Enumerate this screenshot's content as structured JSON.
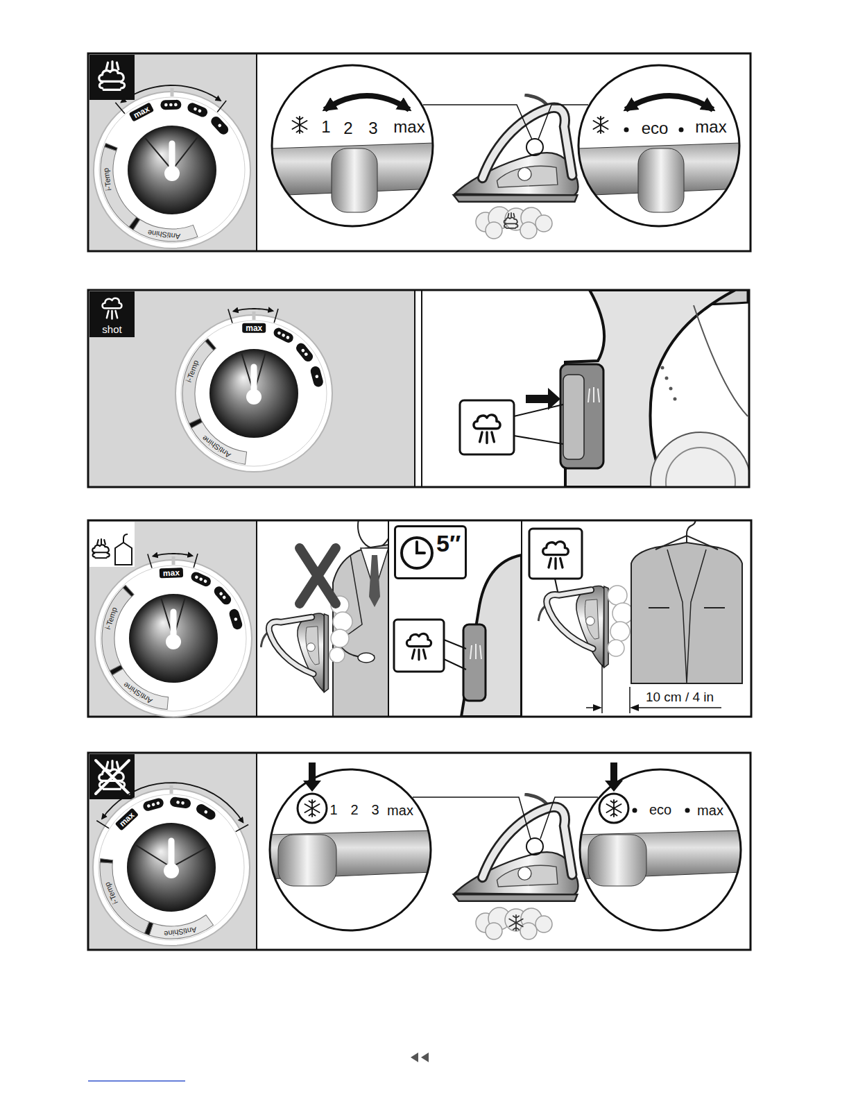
{
  "diagram": {
    "nodes": [
      {
        "text": [
          "max",
          "i-Temp",
          "AntiShine"
        ]
      },
      {
        "text": [
          "1",
          "2",
          "3",
          "max"
        ]
      },
      {
        "text": [
          "eco",
          "max"
        ]
      },
      {
        "text": [
          "shot"
        ]
      },
      {
        "text": [
          "max",
          "i-Temp",
          "AntiShine"
        ]
      },
      {
        "text": [
          "max",
          "i-Temp",
          "AntiShine"
        ]
      },
      {
        "text": [
          "5″"
        ]
      },
      {
        "text": [
          "max",
          "i-Temp",
          "AntiShine"
        ]
      },
      {
        "text": [
          "1",
          "2",
          "3",
          "max"
        ]
      },
      {
        "text": [
          "eco",
          "max"
        ]
      }
    ],
    "labels": [
      "10 cm / 4 in"
    ]
  }
}
